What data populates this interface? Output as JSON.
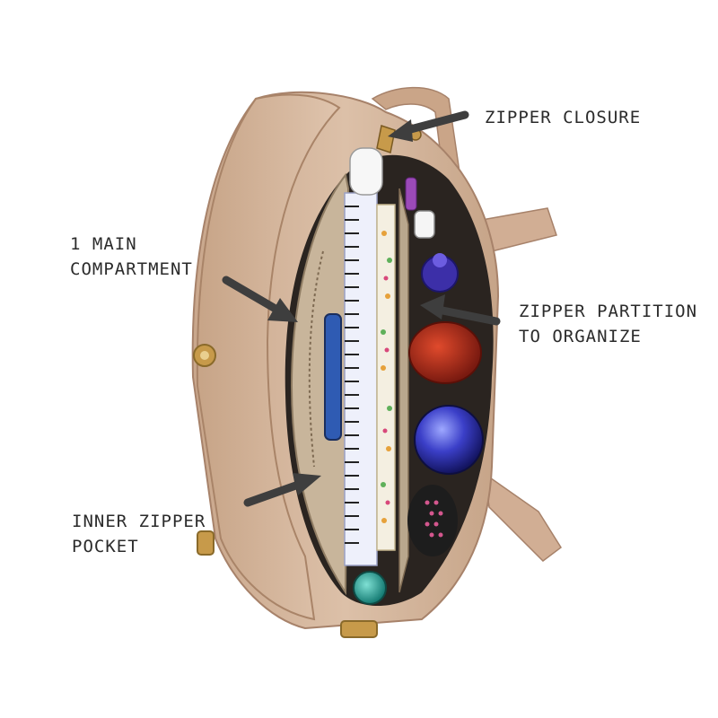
{
  "image": {
    "subject": "bag-interior-photo"
  },
  "callouts": {
    "zipper_closure": {
      "line1": "ZIPPER CLOSURE"
    },
    "main_compartment": {
      "line1": "1 MAIN",
      "line2": "COMPARTMENT"
    },
    "zipper_partition": {
      "line1": "ZIPPER PARTITION",
      "line2": "TO ORGANIZE"
    },
    "inner_pocket": {
      "line1": "INNER ZIPPER",
      "line2": "POCKET"
    }
  },
  "palette": {
    "leather": "#d2b29a",
    "lining": "#c8b59b",
    "arrow": "#3e3e3e",
    "text": "#2b2b2b"
  }
}
